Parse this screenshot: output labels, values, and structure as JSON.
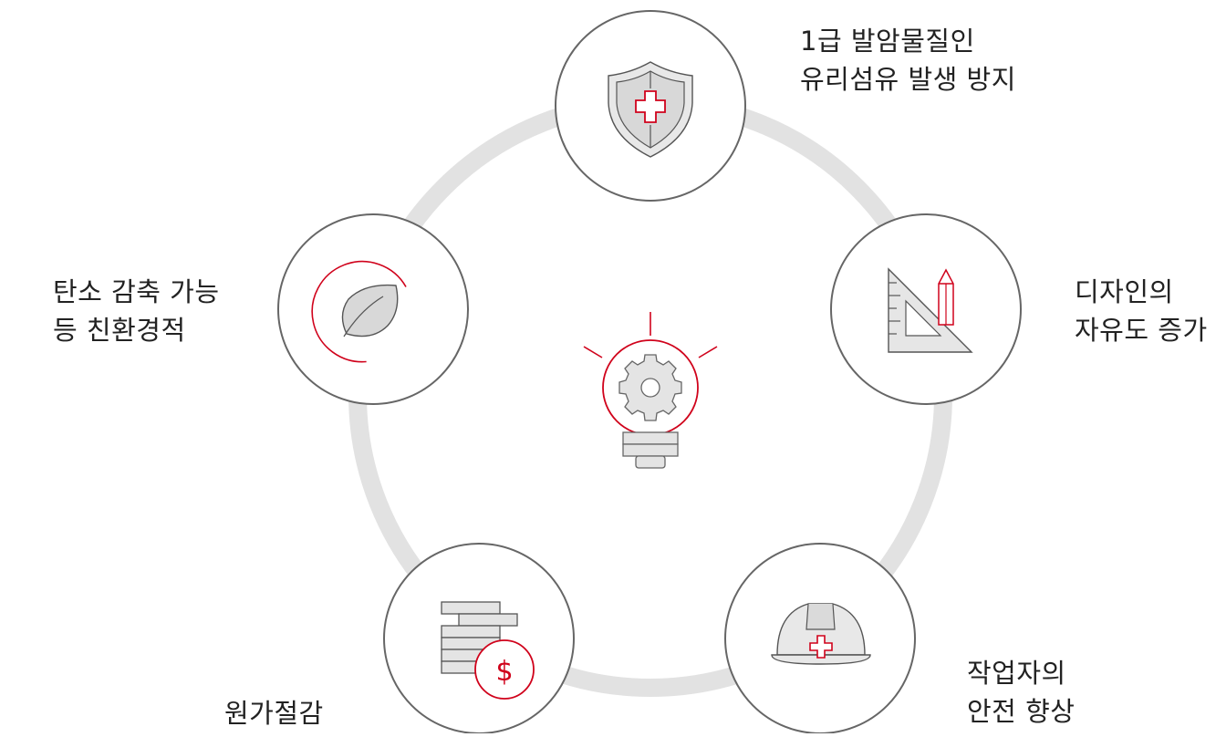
{
  "colors": {
    "ring": "#e2e2e2",
    "circle_stroke": "#666666",
    "icon_fill": "#e8e8e8",
    "icon_stroke": "#555555",
    "accent": "#d0021b"
  },
  "center": {
    "icon": "lightbulb-gear-icon"
  },
  "items": [
    {
      "id": "shield",
      "icon": "shield-cross-icon",
      "lines": [
        "1급 발암물질인",
        "유리섬유 발생 방지"
      ]
    },
    {
      "id": "design",
      "icon": "ruler-pencil-icon",
      "lines": [
        "디자인의",
        "자유도 증가"
      ]
    },
    {
      "id": "safety",
      "icon": "hard-hat-icon",
      "lines": [
        "작업자의",
        "안전 향상"
      ]
    },
    {
      "id": "cost",
      "icon": "coins-dollar-icon",
      "lines": [
        "원가절감"
      ]
    },
    {
      "id": "carbon",
      "icon": "leaf-icon",
      "lines": [
        "탄소 감축 가능",
        "등 친환경적"
      ]
    }
  ]
}
